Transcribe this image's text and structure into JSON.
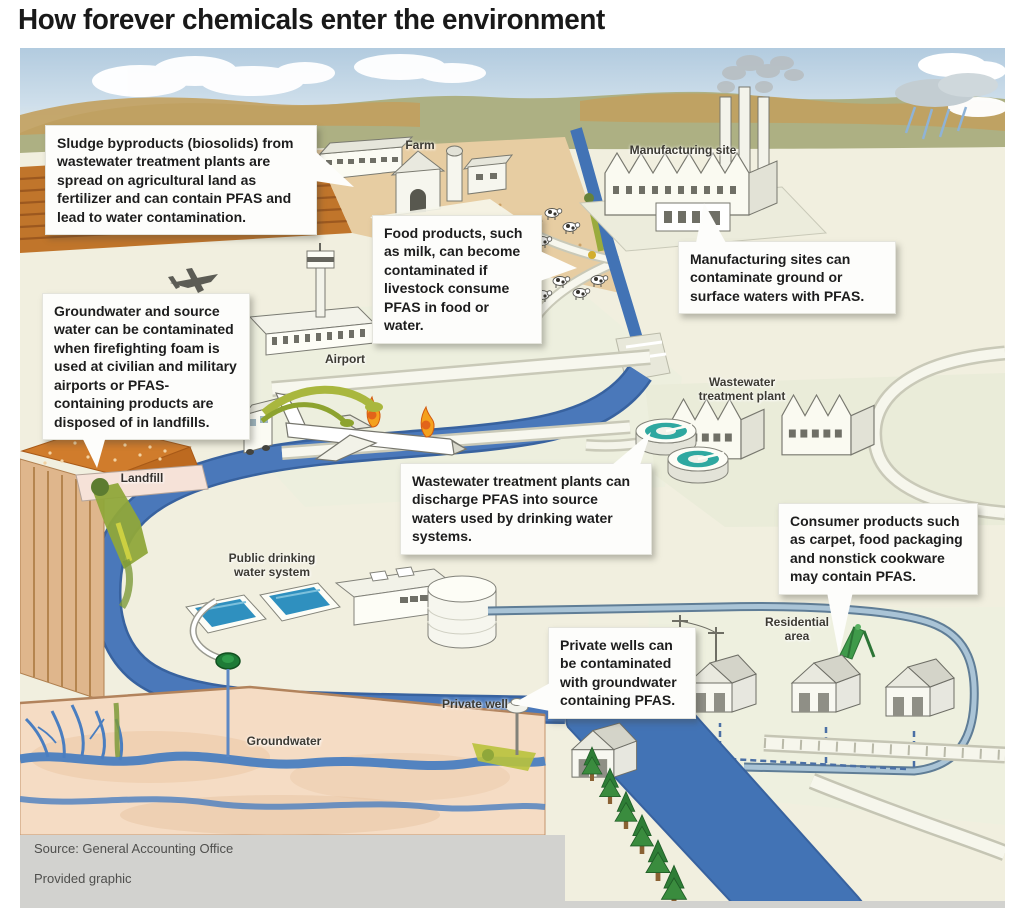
{
  "title": "How forever chemicals enter the environment",
  "labels": {
    "farm": "Farm",
    "manufacturing": "Manufacturing site",
    "airport": "Airport",
    "wastewater_plant": "Wastewater\ntreatment plant",
    "landfill": "Landfill",
    "public_water": "Public drinking\nwater system",
    "residential": "Residential\narea",
    "private_well": "Private well",
    "groundwater": "Groundwater"
  },
  "callouts": [
    {
      "id": "sludge",
      "text": "Sludge byproducts (biosolids) from wastewater treatment plants are spread on agricultural land as fertilizer and can contain PFAS and lead to water contamination."
    },
    {
      "id": "food",
      "text": "Food products, such as milk, can become contaminated if livestock consume PFAS in food or water."
    },
    {
      "id": "manufacturing",
      "text": "Manufacturing sites can contaminate ground or surface waters with PFAS."
    },
    {
      "id": "firefighting-foam",
      "text": "Groundwater and source water can be contaminated when firefighting foam is used at civilian and military airports or PFAS-containing products are disposed of in landfills."
    },
    {
      "id": "wastewater",
      "text": "Wastewater treatment plants can discharge PFAS into source waters used by drinking water systems."
    },
    {
      "id": "consumer-products",
      "text": "Consumer products such as carpet, food packaging and nonstick cookware may contain PFAS."
    },
    {
      "id": "private-wells",
      "text": "Private wells can be contaminated with groundwater containing PFAS."
    }
  ],
  "credits": {
    "source": "Source: General Accounting Office",
    "provided": "Provided graphic"
  },
  "colors": {
    "river": "#4273b5",
    "sky": "#b6cde0",
    "land": "#f1efdf",
    "plowed_field": "#c0752b",
    "contamination_green": "#8fa73a",
    "landfill_orange": "#d07c2c",
    "earth_cross_section": "#f5dcc4",
    "callout_background": "#fdfdfb"
  }
}
